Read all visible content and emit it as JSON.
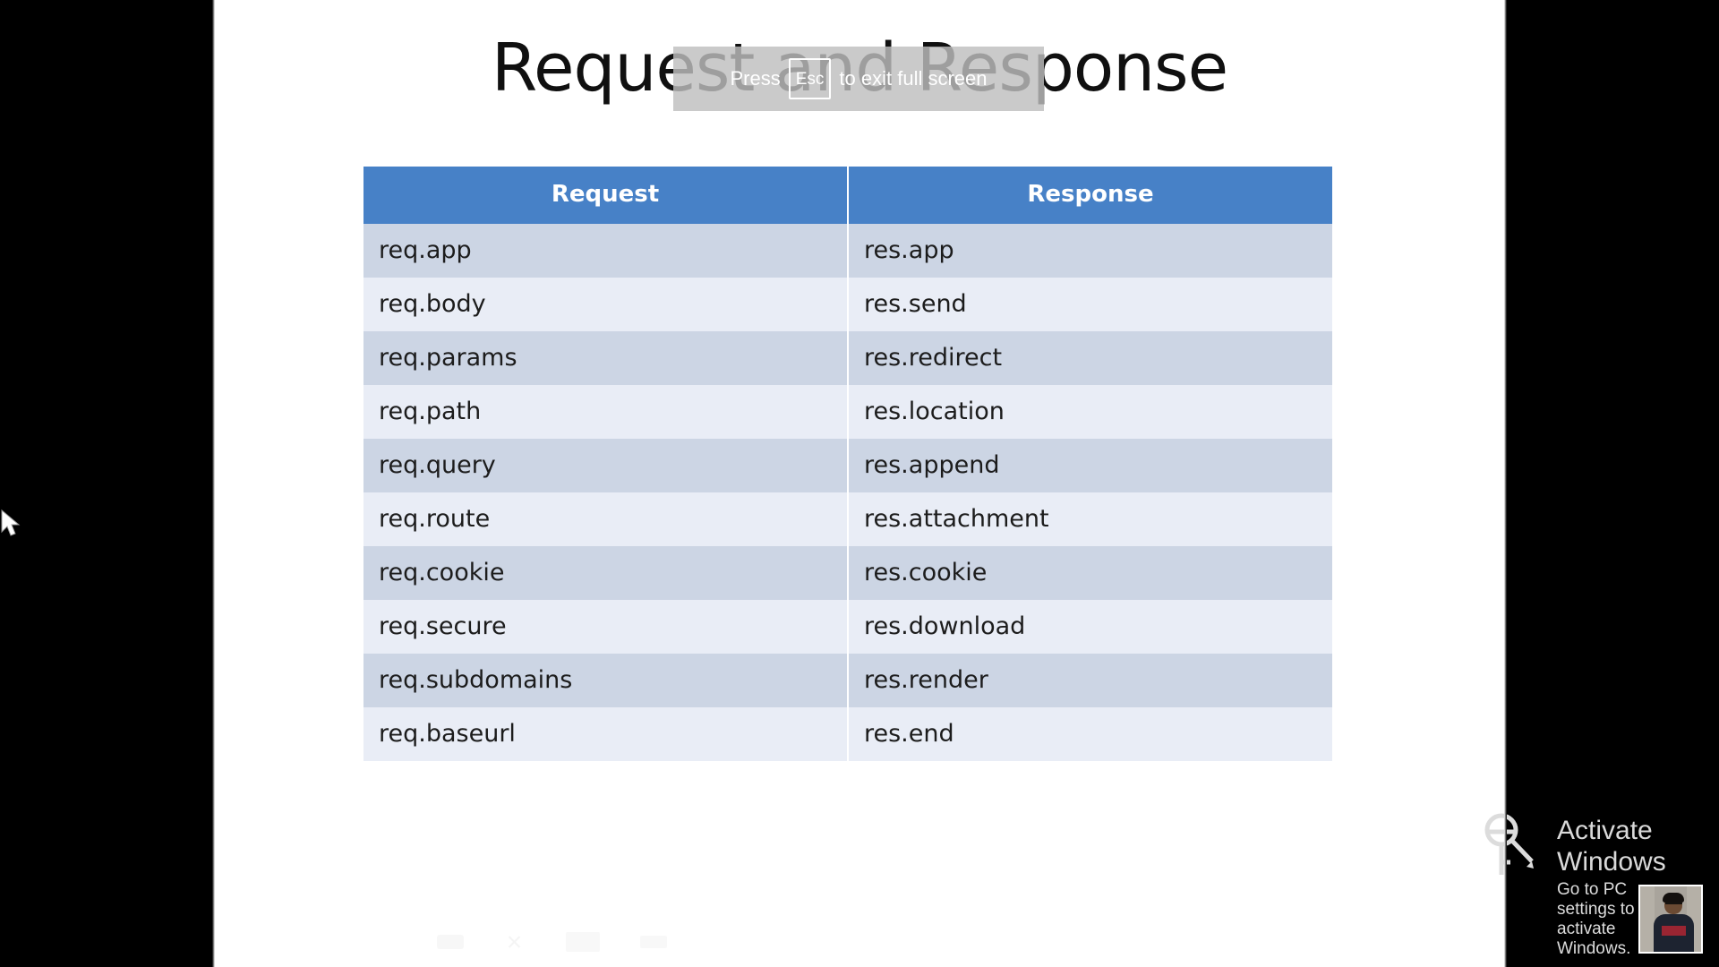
{
  "slide": {
    "title": "Request and Response",
    "background_color": "#ffffff",
    "letterbox_color": "#000000"
  },
  "fullscreen_hint": {
    "prefix": "Press",
    "key": "Esc",
    "suffix": "to exit full screen",
    "overlay_color": "#bebebe"
  },
  "table": {
    "header_color": "#4781c7",
    "row_odd_color": "#ccd5e4",
    "row_even_color": "#e9edf6",
    "columns": [
      "Request",
      "Response"
    ],
    "rows": [
      [
        "req.app",
        "res.app"
      ],
      [
        "req.body",
        "res.send"
      ],
      [
        "req.params",
        "res.redirect"
      ],
      [
        "req.path",
        "res.location"
      ],
      [
        "req.query",
        "res.append"
      ],
      [
        "req.route",
        "res.attachment"
      ],
      [
        "req.cookie",
        "res.cookie"
      ],
      [
        "req.secure",
        "res.download"
      ],
      [
        "req.subdomains",
        "res.render"
      ],
      [
        "req.baseurl",
        "res.end"
      ]
    ]
  },
  "watermark": {
    "title": "Activate Windows",
    "subtitle": "Go to PC settings to activate Windows.",
    "icon": "key-icon",
    "color": "#d8d8d8"
  },
  "webcam": {
    "label": "presenter-webcam-thumbnail"
  },
  "presenter_controls": [
    {
      "name": "pen-tool-button",
      "icon": "pen-icon"
    },
    {
      "name": "zoom-tool-button",
      "icon": "arrows-expand-icon"
    },
    {
      "name": "slide-view-button",
      "icon": "screen-icon"
    },
    {
      "name": "more-options-button",
      "icon": "ellipsis-icon"
    }
  ],
  "cursor": {
    "name": "mouse-pointer",
    "icon": "cursor-arrow-icon"
  }
}
